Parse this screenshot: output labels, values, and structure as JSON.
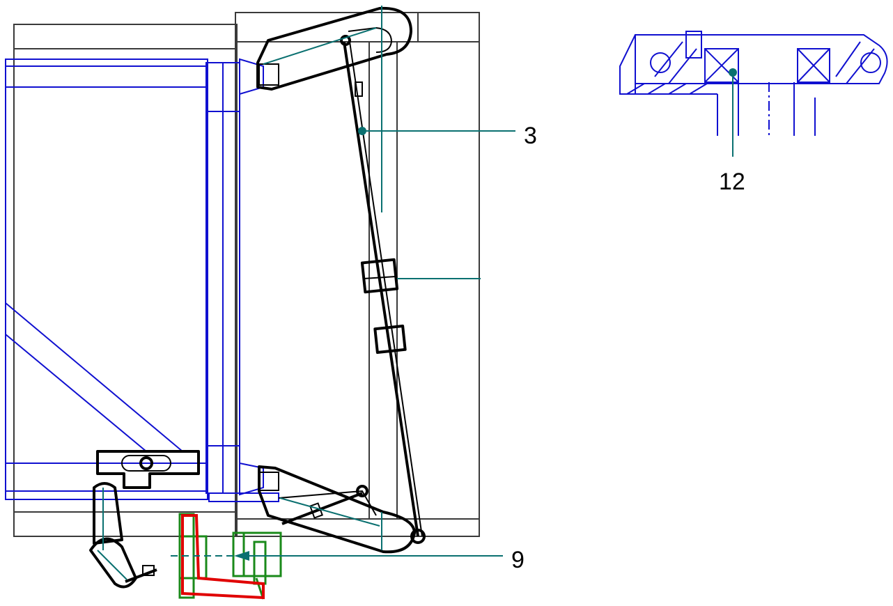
{
  "callouts": [
    {
      "label": "3"
    },
    {
      "label": "12"
    },
    {
      "label": "9"
    }
  ],
  "colors": {
    "frame": "#3a3a3a",
    "blue_structure": "#1010d0",
    "mechanism": "#000000",
    "leader": "#0a7070",
    "green_part": "#1a8a1a",
    "red_part": "#e00000"
  }
}
